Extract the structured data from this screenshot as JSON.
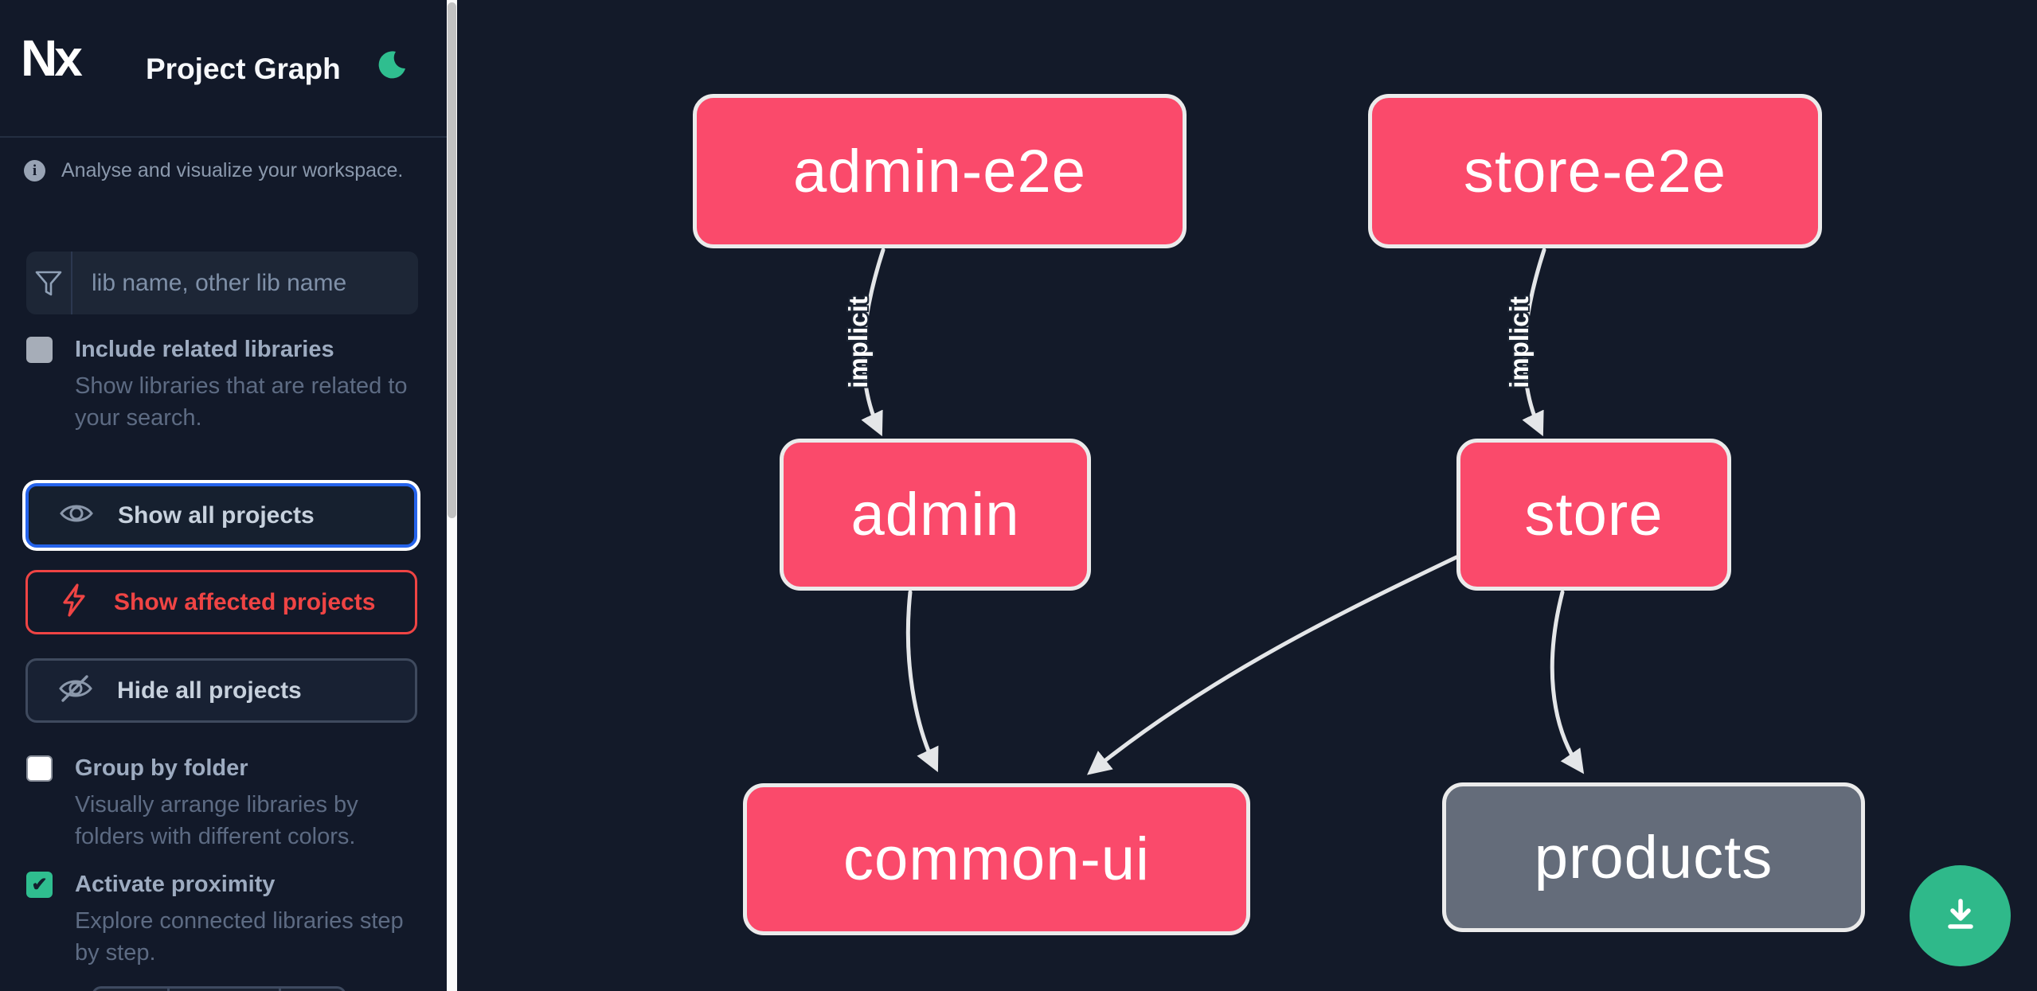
{
  "app": {
    "logo_text": "Nx",
    "title": "Project Graph"
  },
  "sidebar": {
    "tagline": "Analyse and visualize your workspace.",
    "search_placeholder": "lib name, other lib name",
    "include_related": {
      "label": "Include related libraries",
      "description": "Show libraries that are related to your search.",
      "checked": false
    },
    "buttons": {
      "show_all": "Show all projects",
      "show_affected": "Show affected projects",
      "hide_all": "Hide all projects"
    },
    "group_by_folder": {
      "label": "Group by folder",
      "description": "Visually arrange libraries by folders with different colors.",
      "checked": false
    },
    "activate_proximity": {
      "label": "Activate proximity",
      "description": "Explore connected libraries step by step.",
      "checked": true
    }
  },
  "graph": {
    "nodes": [
      {
        "id": "admin-e2e",
        "label": "admin-e2e",
        "type": "affected"
      },
      {
        "id": "store-e2e",
        "label": "store-e2e",
        "type": "affected"
      },
      {
        "id": "admin",
        "label": "admin",
        "type": "affected"
      },
      {
        "id": "store",
        "label": "store",
        "type": "affected"
      },
      {
        "id": "common-ui",
        "label": "common-ui",
        "type": "affected"
      },
      {
        "id": "products",
        "label": "products",
        "type": "unaffected"
      }
    ],
    "edges": [
      {
        "from": "admin-e2e",
        "to": "admin",
        "label": "implicit"
      },
      {
        "from": "store-e2e",
        "to": "store",
        "label": "implicit"
      },
      {
        "from": "admin",
        "to": "common-ui",
        "label": ""
      },
      {
        "from": "store",
        "to": "common-ui",
        "label": ""
      },
      {
        "from": "store",
        "to": "products",
        "label": ""
      }
    ]
  },
  "colors": {
    "background": "#131a29",
    "affected_node": "#fa4a6b",
    "unaffected_node": "#646c7a",
    "node_border": "#ebebeb",
    "edge": "#e4e6e8",
    "accent_green": "#2fb98a",
    "focus_blue": "#2563eb",
    "danger_red": "#ef4444"
  }
}
